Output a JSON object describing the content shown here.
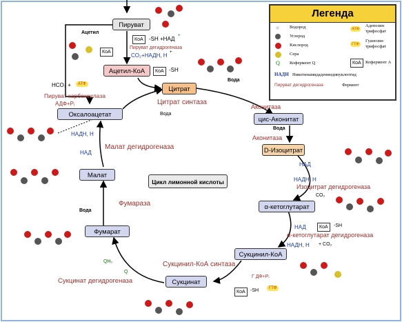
{
  "nodes": {
    "pyruvate": "Пируват",
    "acetyl_coa": "Ацетил-КоА",
    "citrate": "Цитрат",
    "cis_aconitate": "цис-Аконитат",
    "d_isocitrate": "D-Изоцитрат",
    "alpha_kg": "α-кетоглутарат",
    "succinyl_coa": "Сукцинил-КоА",
    "succinate": "Сукцинат",
    "fumarate": "Фумарат",
    "malate": "Малат",
    "oxaloacetate": "Оксалоацетат"
  },
  "center_label": "Цикл лимонной кислоты",
  "enzymes": {
    "pdh": "Пируват дегидрогеназа",
    "pyruvate_carboxylase": "Пируват карбоксилаза",
    "citrate_synthase": "Цитрат синтаза",
    "aconitase_1": "Аконитаза",
    "aconitase_2": "Аконитаза",
    "isocitrate_dh": "Изоцитрат дегидрогеназа",
    "akg_dh": "α-кетоглутарат дегидрогеназа",
    "succinyl_synthase": "Сукцинил-КоА синтаза",
    "succinate_dh": "Сукцинат дегидрогеназа",
    "fumarase": "Фумараза",
    "malate_dh": "Малат дегидрогеназа"
  },
  "cofactors": {
    "koa_sh_pdh": "-SH +НАД",
    "co2_nadh_pdh": "CO₂+НАДН, H",
    "acetyl_label": "Ацетил",
    "koa": "КоА",
    "sh": "-SH",
    "hco3": "HCO₃ +",
    "atf": "АТФ",
    "adf": "АДФ+Pᵢ",
    "water_citrate": "Вода",
    "water_aconitate": "Вода",
    "water_fumarate": "Вода",
    "nadh_iso": "НАДН, H",
    "nad_iso": "НАД",
    "co2_iso": "CO₂",
    "nad_akg": "НАД",
    "nadh_akg": "НАДН, H",
    "co2_akg": "+ CO₂",
    "gdf": "Г ДФ+Pᵢ",
    "gtf": "ГТФ",
    "q": "Q",
    "qh2": "QH₂",
    "nadh_malate": "НАДН, H",
    "nad_malate": "НАД"
  },
  "legend": {
    "title": "Легенда",
    "hydrogen": "Водород",
    "carbon": "Углерод",
    "oxygen": "Кислород",
    "sulfur": "Сера",
    "coenzyme_q": "Кофермент Q",
    "atp": "Аденозин трифосфат",
    "gtp": "Гуанозин трифосфат",
    "coa_box": "КоА",
    "coenzyme_a": "Кофермент А",
    "nadh_label": "НАДН",
    "nadh_desc": "Никотинамидадениндинуклеотид",
    "enzyme_example": "Пируват дегидрогеназа",
    "enzyme_desc": "Фермент",
    "q_symbol": "Q",
    "atf_symbol": "АТФ",
    "gtf_symbol": "ГТФ"
  },
  "colors": {
    "enzyme": "#a0302c",
    "cofactor": "#1a3ab0",
    "pyruvate_fill": "#e4e4e4",
    "acetyl_fill": "#f6c9c9",
    "citrate_fill": "#f6c08a",
    "isocitrate_fill": "#f6d3a8",
    "lower_fill": "#d2d6ef",
    "legend_header": "#f7d13a"
  }
}
